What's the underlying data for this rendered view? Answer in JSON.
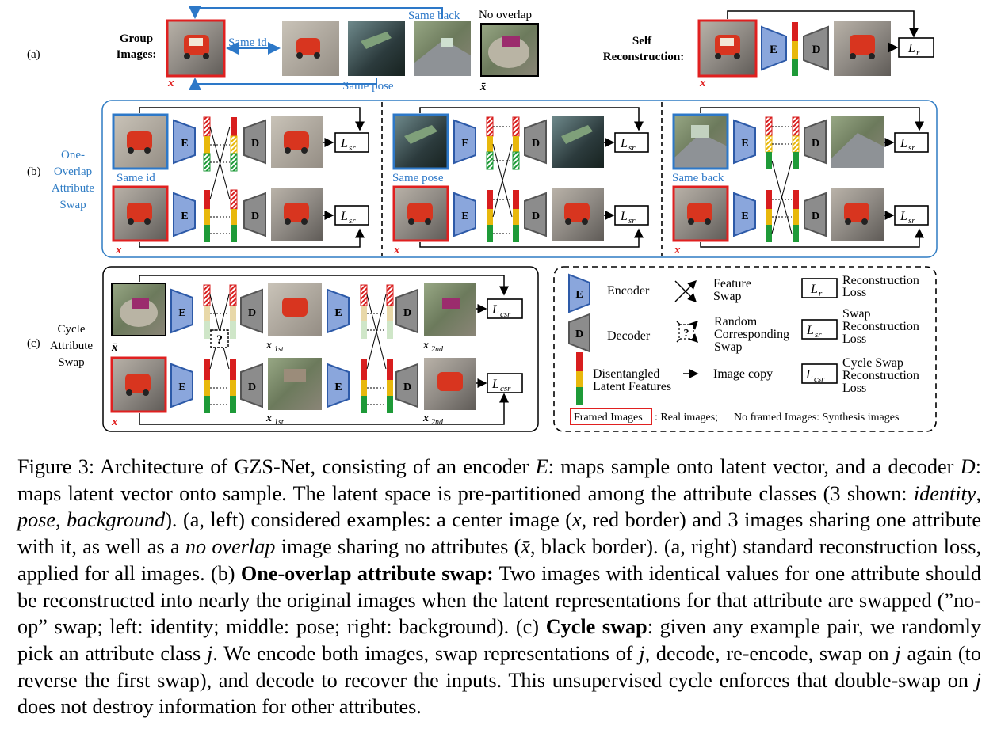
{
  "figure": {
    "panel_a": {
      "marker": "(a)",
      "group_label_1": "Group",
      "group_label_2": "Images:",
      "same_id": "Same id",
      "same_back": "Same back",
      "no_overlap": "No overlap",
      "same_pose": "Same pose",
      "x_symbol": "x",
      "xbar_symbol": "x̄",
      "self_recon_1": "Self",
      "self_recon_2": "Reconstruction:",
      "loss_r": "L",
      "loss_r_sub": "r"
    },
    "panel_b": {
      "marker": "(b)",
      "title_lines": [
        "One-",
        "Overlap",
        "Attribute",
        "Swap"
      ],
      "same_id": "Same id",
      "same_pose": "Same pose",
      "same_back": "Same back",
      "loss": "L",
      "loss_sub": "sr",
      "x_symbol": "x"
    },
    "panel_c": {
      "marker": "(c)",
      "title_lines": [
        "Cycle",
        "Attribute",
        "Swap"
      ],
      "xbar": "x̄",
      "x1st": "x",
      "x1st_sub": "1st",
      "x2nd": "x",
      "x2nd_sub": "2nd",
      "loss": "L",
      "loss_sub": "csr",
      "x_symbol": "x",
      "question": "?"
    },
    "legend": {
      "encoder": "Encoder",
      "decoder": "Decoder",
      "feature_swap": [
        "Feature",
        "Swap"
      ],
      "random_swap": [
        "Random",
        "Corresponding",
        "Swap"
      ],
      "disentangled": [
        "Disentangled",
        "Latent Features"
      ],
      "image_copy": "Image copy",
      "recon_loss": [
        "Reconstruction",
        "Loss"
      ],
      "swap_recon_loss": [
        "Swap",
        "Reconstruction",
        "Loss"
      ],
      "cycle_recon_loss": [
        "Cycle Swap",
        "Reconstruction",
        "Loss"
      ],
      "framed_images": "Framed Images",
      "real_images": ": Real images;",
      "no_framed": "No framed Images: Synthesis images",
      "enc_letter": "E",
      "dec_letter": "D"
    },
    "colors": {
      "red_frame": "#e02020",
      "blue_frame": "#2d78c8",
      "encoder_fill": "#8aa6dc",
      "decoder_fill": "#8c8c8c",
      "latent_red": "#d81e1e",
      "latent_yellow": "#e8b80c",
      "latent_green": "#1e9a38",
      "panel_blue": "#2f7cc4"
    }
  },
  "caption": {
    "p1": "Figure 3: Architecture of GZS-Net, consisting of an encoder ",
    "E": "E",
    "p2": ": maps sample onto latent vector, and a decoder ",
    "D": "D",
    "p3": ": maps latent vector onto sample. The latent space is pre-partitioned among the attribute classes (3 shown: ",
    "identity": "identity",
    "c1": ", ",
    "pose": "pose",
    "c2": ", ",
    "background": "background",
    "p4": "). (a, left) considered examples: a center image (",
    "x": "x",
    "p5": ", red border) and 3 images sharing one attribute with it, as well as a ",
    "no_overlap": "no overlap",
    "p6": " image sharing no attributes (",
    "xbar": "x̄",
    "p7": ", black border). (a, right) standard reconstruction loss, applied for all images. (b) ",
    "b_bold": "One-overlap attribute swap:",
    "p8": " Two images with identical values for one attribute should be reconstructed into nearly the original images when the latent representations for that attribute are swapped (”no-op” swap; left: identity; middle: pose; right: background). (c) ",
    "c_bold": "Cycle swap",
    "p9": ": given any example pair, we randomly pick an attribute class ",
    "j1": "j",
    "p10": ". We encode both images, swap representations of ",
    "j2": "j",
    "p11": ", decode, re-encode, swap on ",
    "j3": "j",
    "p12": " again (to reverse the first swap), and decode to recover the inputs. This unsupervised cycle enforces that double-swap on ",
    "j4": "j",
    "p13": " does not destroy information for other attributes."
  }
}
